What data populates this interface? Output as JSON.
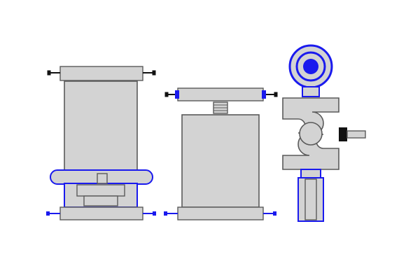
{
  "colors": {
    "background": "#ffffff",
    "body_fill": "#d3d3d3",
    "outline": "#5a5a5a",
    "accent_blue": "#1a1aee",
    "dark": "#111111"
  },
  "figures": [
    {
      "name": "column-load-cell-with-base",
      "view": "front"
    },
    {
      "name": "column-load-cell-with-plates",
      "view": "front"
    },
    {
      "name": "s-type-load-cell-with-rod-ends",
      "view": "side"
    }
  ]
}
